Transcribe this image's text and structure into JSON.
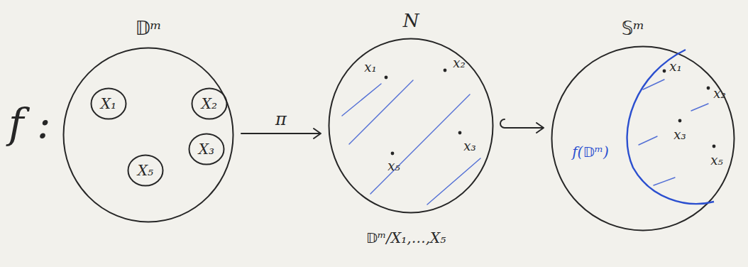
{
  "diagram": {
    "nodes": [
      {
        "text": [
          "𝔻ᵐ"
        ]
      },
      {
        "text": [
          "X₁"
        ],
        "in": 0
      },
      {
        "text": [
          "X₂"
        ],
        "in": 0
      },
      {
        "text": [
          "X₃"
        ],
        "in": 0
      },
      {
        "text": [
          "X₅"
        ],
        "in": 0
      },
      {
        "text": [
          "N",
          "x₁",
          "x₂",
          "x₃",
          "x₅",
          "𝔻ᵐ/X₁,…,X₅"
        ]
      },
      {
        "text": [
          "𝕊ᵐ",
          "x₁",
          "x₂",
          "x₃",
          "x₅",
          "f(𝔻ᵐ)"
        ]
      }
    ],
    "edges": [
      {
        "from": 0,
        "to": 5,
        "label": "π",
        "arrow": "to"
      },
      {
        "from": 5,
        "to": 6,
        "arrow": "to"
      }
    ],
    "labels": [
      "f :"
    ]
  }
}
